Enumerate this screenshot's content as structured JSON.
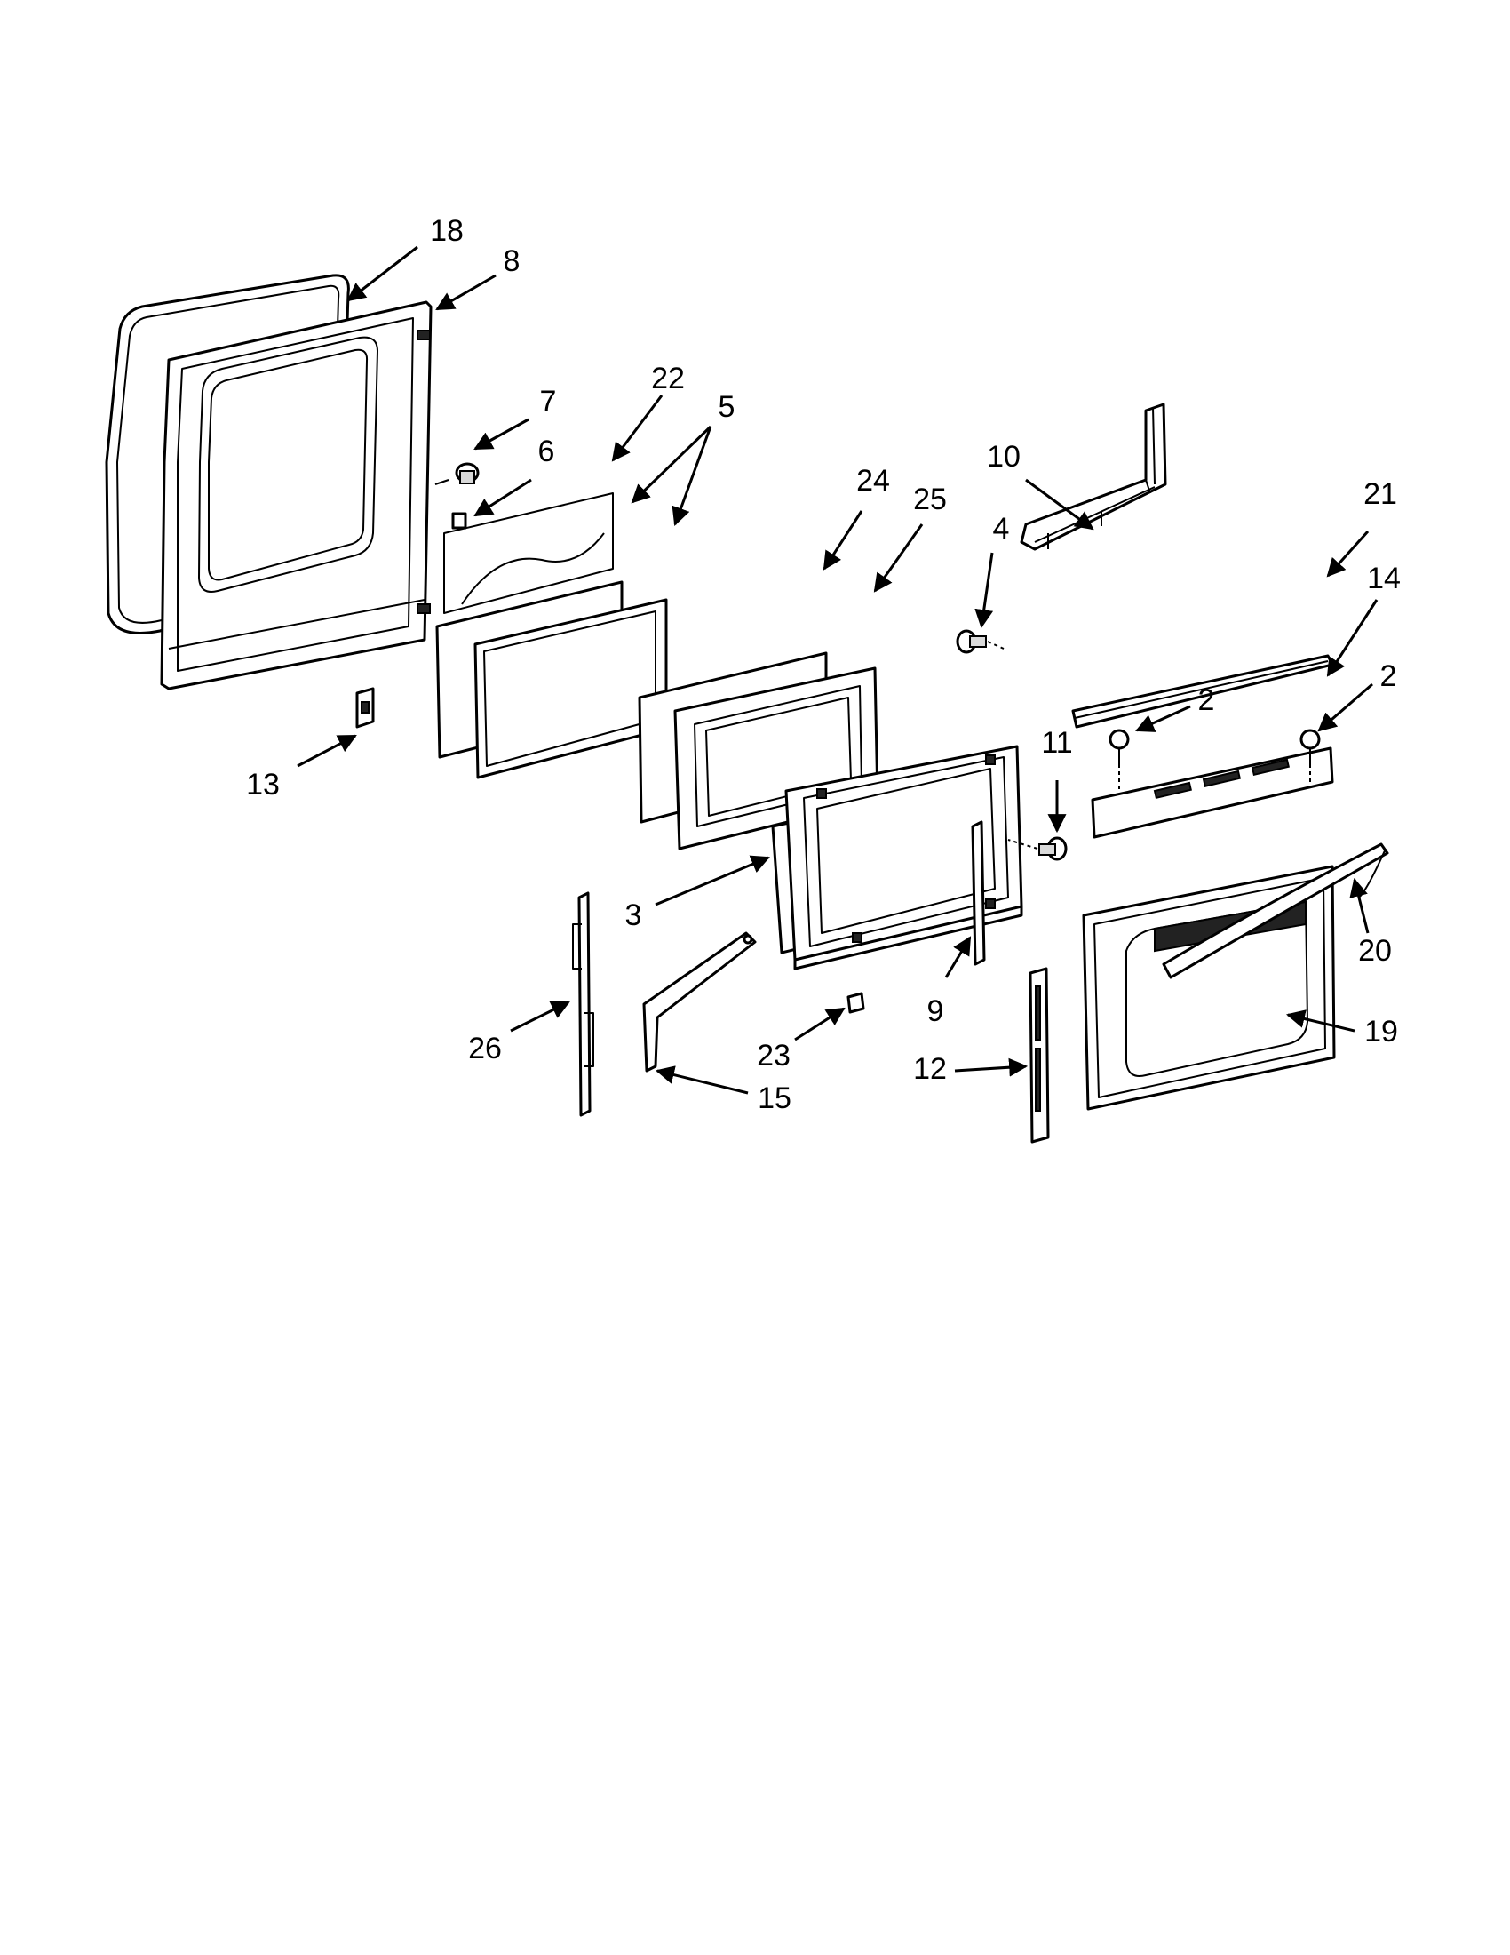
{
  "callouts": [
    {
      "id": "c18",
      "label": "18"
    },
    {
      "id": "c8",
      "label": "8"
    },
    {
      "id": "c7",
      "label": "7"
    },
    {
      "id": "c6",
      "label": "6"
    },
    {
      "id": "c22",
      "label": "22"
    },
    {
      "id": "c5",
      "label": "5"
    },
    {
      "id": "c10",
      "label": "10"
    },
    {
      "id": "c24",
      "label": "24"
    },
    {
      "id": "c25",
      "label": "25"
    },
    {
      "id": "c4",
      "label": "4"
    },
    {
      "id": "c21",
      "label": "21"
    },
    {
      "id": "c14",
      "label": "14"
    },
    {
      "id": "c2a",
      "label": "2"
    },
    {
      "id": "c2b",
      "label": "2"
    },
    {
      "id": "c13",
      "label": "13"
    },
    {
      "id": "c11",
      "label": "11"
    },
    {
      "id": "c3",
      "label": "3"
    },
    {
      "id": "c20",
      "label": "20"
    },
    {
      "id": "c9",
      "label": "9"
    },
    {
      "id": "c26",
      "label": "26"
    },
    {
      "id": "c23",
      "label": "23"
    },
    {
      "id": "c19",
      "label": "19"
    },
    {
      "id": "c12",
      "label": "12"
    },
    {
      "id": "c15",
      "label": "15"
    }
  ]
}
